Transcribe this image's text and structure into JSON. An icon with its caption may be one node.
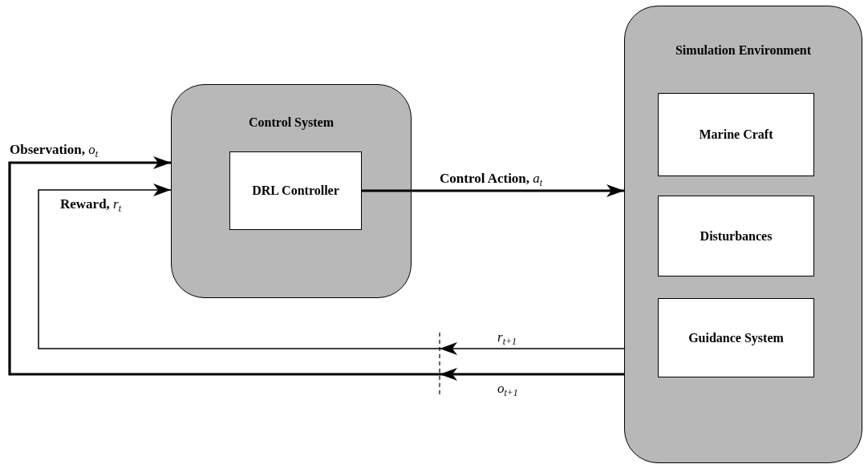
{
  "diagram": {
    "nodes": [
      {
        "text": [
          "Control System"
        ]
      },
      {
        "text": [
          "DRL Controller"
        ],
        "in": 0
      },
      {
        "text": [
          "Simulation Environment"
        ]
      },
      {
        "text": [
          "Marine Craft"
        ],
        "in": 2
      },
      {
        "text": [
          "Disturbances"
        ],
        "in": 2
      },
      {
        "text": [
          "Guidance System"
        ],
        "in": 2
      }
    ],
    "edges": [
      {
        "from": 1,
        "to": 2,
        "arrow": "to",
        "label": "**Control Action,** *a*$_{t}$"
      },
      {
        "from": 2,
        "to": 0,
        "arrow": "to",
        "label": "**Observation,** *o*$_{t}$"
      },
      {
        "from": 2,
        "to": 0,
        "arrow": "to",
        "label": "**Reward,** *r*$_{t}$"
      }
    ],
    "labels": [
      "*r*$_{t+1}$",
      "*o*$_{t+1}$"
    ]
  }
}
